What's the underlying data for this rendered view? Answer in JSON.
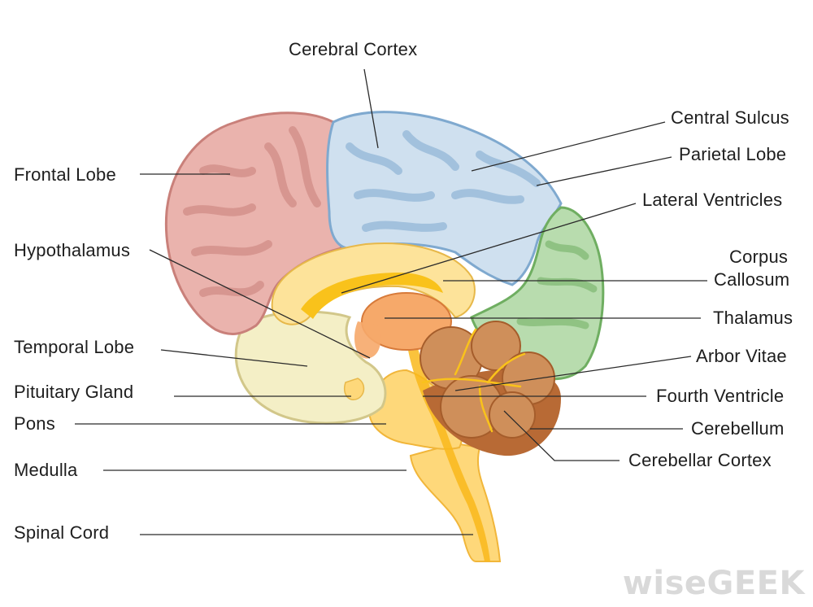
{
  "labels": {
    "cerebral_cortex": "Cerebral Cortex",
    "central_sulcus": "Central Sulcus",
    "parietal_lobe": "Parietal Lobe",
    "frontal_lobe": "Frontal Lobe",
    "lateral_ventricles": "Lateral Ventricles",
    "hypothalamus": "Hypothalamus",
    "corpus_callosum_line1": "Corpus",
    "corpus_callosum_line2": "Callosum",
    "thalamus": "Thalamus",
    "temporal_lobe": "Temporal Lobe",
    "arbor_vitae": "Arbor Vitae",
    "pituitary_gland": "Pituitary Gland",
    "fourth_ventricle": "Fourth Ventricle",
    "pons": "Pons",
    "cerebellum": "Cerebellum",
    "medulla": "Medulla",
    "cerebellar_cortex": "Cerebellar Cortex",
    "spinal_cord": "Spinal Cord"
  },
  "watermark": "wiseGEEK",
  "colors": {
    "frontal_fill": "#eab3ad",
    "frontal_stroke": "#c9807a",
    "parietal_fill": "#cfe0ef",
    "parietal_stroke": "#7fa9cf",
    "occipital_fill": "#b8dcae",
    "occipital_stroke": "#6fae61",
    "temporal_fill": "#f4efc6",
    "temporal_stroke": "#d2c78a",
    "corpus_fill": "#fde39a",
    "brainstem_fill": "#fed87a",
    "brainstem_core": "#f9b81b",
    "thalamus_fill": "#f6a96a",
    "cerebellum_fill": "#cf8f5a",
    "cerebellum_base": "#b86a35",
    "leader_line": "#2a2a2a"
  }
}
